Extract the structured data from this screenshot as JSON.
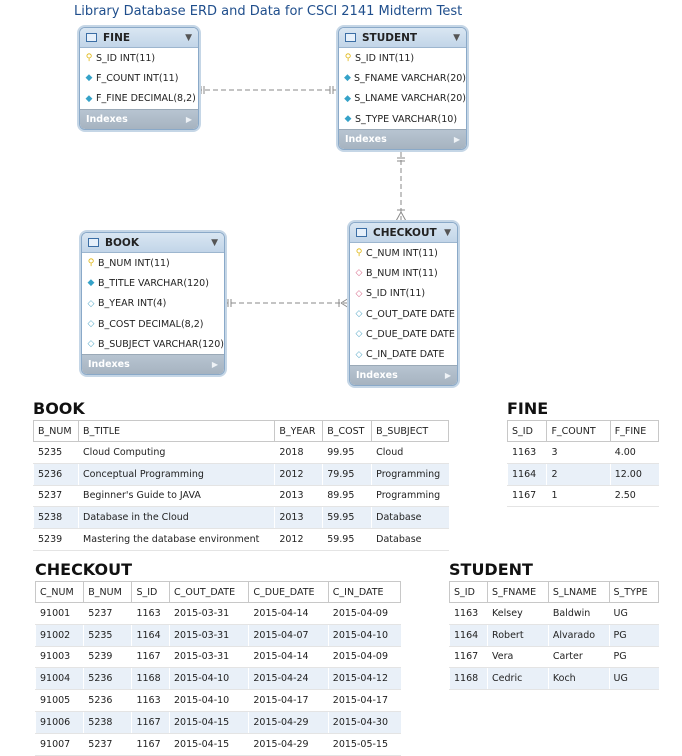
{
  "title": "Library Database ERD and Data for CSCI 2141 Midterm Test",
  "erd": {
    "indexes_label": "Indexes",
    "fine": {
      "name": "FINE",
      "columns": [
        {
          "kind": "pk",
          "text": "S_ID INT(11)"
        },
        {
          "kind": "nn",
          "text": "F_COUNT INT(11)"
        },
        {
          "kind": "nn",
          "text": "F_FINE DECIMAL(8,2)"
        }
      ]
    },
    "student": {
      "name": "STUDENT",
      "columns": [
        {
          "kind": "pk",
          "text": "S_ID INT(11)"
        },
        {
          "kind": "nn",
          "text": "S_FNAME VARCHAR(20)"
        },
        {
          "kind": "nn",
          "text": "S_LNAME VARCHAR(20)"
        },
        {
          "kind": "nn",
          "text": "S_TYPE VARCHAR(10)"
        }
      ]
    },
    "book": {
      "name": "BOOK",
      "columns": [
        {
          "kind": "pk",
          "text": "B_NUM INT(11)"
        },
        {
          "kind": "nn",
          "text": "B_TITLE VARCHAR(120)"
        },
        {
          "kind": "col",
          "text": "B_YEAR INT(4)"
        },
        {
          "kind": "col",
          "text": "B_COST DECIMAL(8,2)"
        },
        {
          "kind": "col",
          "text": "B_SUBJECT VARCHAR(120)"
        }
      ]
    },
    "checkout": {
      "name": "CHECKOUT",
      "columns": [
        {
          "kind": "pk",
          "text": "C_NUM INT(11)"
        },
        {
          "kind": "fk",
          "text": "B_NUM INT(11)"
        },
        {
          "kind": "fk",
          "text": "S_ID INT(11)"
        },
        {
          "kind": "col",
          "text": "C_OUT_DATE DATE"
        },
        {
          "kind": "col",
          "text": "C_DUE_DATE DATE"
        },
        {
          "kind": "col",
          "text": "C_IN_DATE DATE"
        }
      ]
    }
  },
  "tables": {
    "book": {
      "name": "BOOK",
      "headers": [
        "B_NUM",
        "B_TITLE",
        "B_YEAR",
        "B_COST",
        "B_SUBJECT"
      ],
      "rows": [
        [
          "5235",
          "Cloud Computing",
          "2018",
          "99.95",
          "Cloud"
        ],
        [
          "5236",
          "Conceptual Programming",
          "2012",
          "79.95",
          "Programming"
        ],
        [
          "5237",
          "Beginner's Guide to JAVA",
          "2013",
          "89.95",
          "Programming"
        ],
        [
          "5238",
          "Database in the Cloud",
          "2013",
          "59.95",
          "Database"
        ],
        [
          "5239",
          "Mastering the database environment",
          "2012",
          "59.95",
          "Database"
        ]
      ]
    },
    "fine": {
      "name": "FINE",
      "headers": [
        "S_ID",
        "F_COUNT",
        "F_FINE"
      ],
      "rows": [
        [
          "1163",
          "3",
          "4.00"
        ],
        [
          "1164",
          "2",
          "12.00"
        ],
        [
          "1167",
          "1",
          "2.50"
        ]
      ]
    },
    "checkout": {
      "name": "CHECKOUT",
      "headers": [
        "C_NUM",
        "B_NUM",
        "S_ID",
        "C_OUT_DATE",
        "C_DUE_DATE",
        "C_IN_DATE"
      ],
      "rows": [
        [
          "91001",
          "5237",
          "1163",
          "2015-03-31",
          "2015-04-14",
          "2015-04-09"
        ],
        [
          "91002",
          "5235",
          "1164",
          "2015-03-31",
          "2015-04-07",
          "2015-04-10"
        ],
        [
          "91003",
          "5239",
          "1167",
          "2015-03-31",
          "2015-04-14",
          "2015-04-09"
        ],
        [
          "91004",
          "5236",
          "1168",
          "2015-04-10",
          "2015-04-24",
          "2015-04-12"
        ],
        [
          "91005",
          "5236",
          "1163",
          "2015-04-10",
          "2015-04-17",
          "2015-04-17"
        ],
        [
          "91006",
          "5238",
          "1167",
          "2015-04-15",
          "2015-04-29",
          "2015-04-30"
        ],
        [
          "91007",
          "5237",
          "1167",
          "2015-04-15",
          "2015-04-29",
          "2015-05-15"
        ]
      ]
    },
    "student": {
      "name": "STUDENT",
      "headers": [
        "S_ID",
        "S_FNAME",
        "S_LNAME",
        "S_TYPE"
      ],
      "rows": [
        [
          "1163",
          "Kelsey",
          "Baldwin",
          "UG"
        ],
        [
          "1164",
          "Robert",
          "Alvarado",
          "PG"
        ],
        [
          "1167",
          "Vera",
          "Carter",
          "PG"
        ],
        [
          "1168",
          "Cedric",
          "Koch",
          "UG"
        ]
      ]
    }
  }
}
